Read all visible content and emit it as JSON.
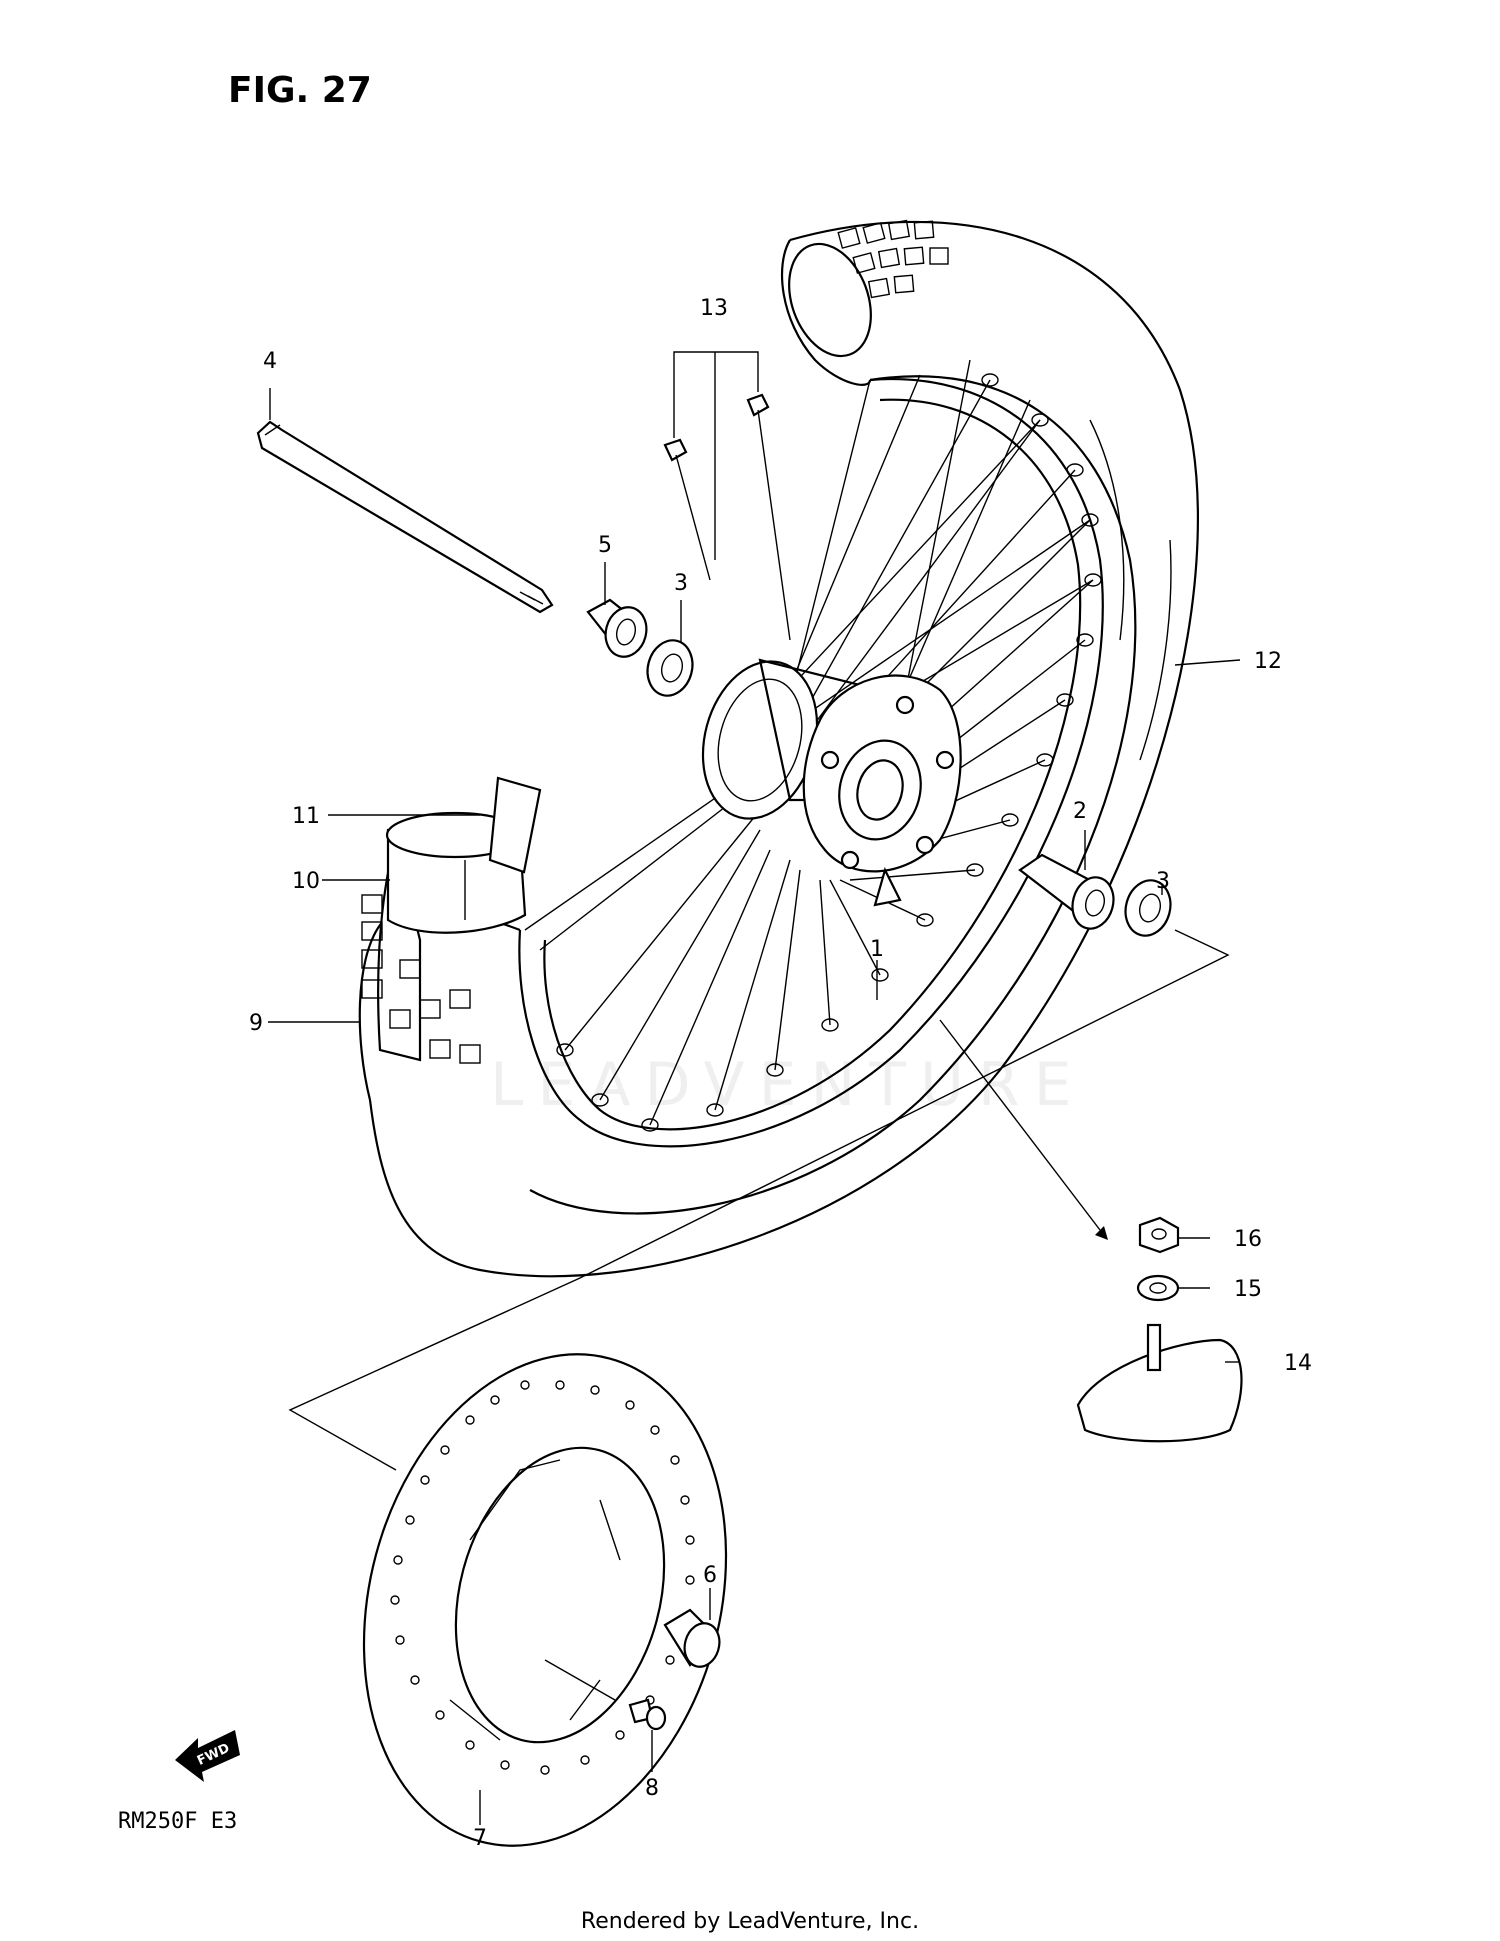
{
  "figure": {
    "title": "FIG. 27",
    "model": "RM250F  E3"
  },
  "watermark": "LEADVENTURE",
  "footer": "Rendered by LeadVenture, Inc.",
  "fwd_label": "FWD",
  "callouts": {
    "c1": "1",
    "c2": "2",
    "c3a": "3",
    "c3b": "3",
    "c4": "4",
    "c5": "5",
    "c6": "6",
    "c7": "7",
    "c8": "8",
    "c9": "9",
    "c10": "10",
    "c11": "11",
    "c12": "12",
    "c13": "13",
    "c14": "14",
    "c15": "15",
    "c16": "16"
  }
}
